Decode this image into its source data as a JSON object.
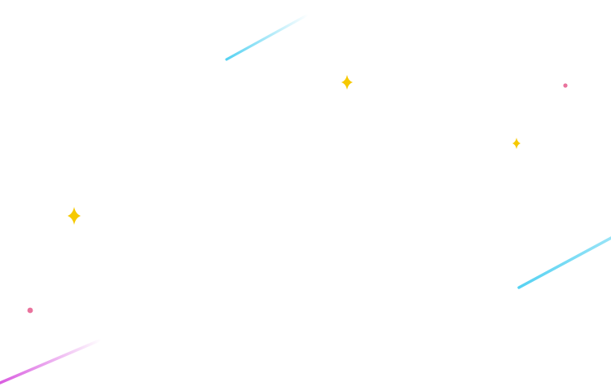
{
  "colors": {
    "background": "#ffffff",
    "streak_blue": "#56d2f2",
    "streak_purple": "#d95ce0",
    "sparkle_yellow": "#f6c900",
    "dot_pink": "#e9739d"
  },
  "decorations": {
    "shooting_stars": [
      {
        "name": "shooting-star-top",
        "color_key": "streak_blue"
      },
      {
        "name": "shooting-star-right",
        "color_key": "streak_blue"
      },
      {
        "name": "shooting-star-bottom-left",
        "color_key": "streak_purple"
      }
    ],
    "sparkles": [
      {
        "name": "sparkle-top-center",
        "color_key": "sparkle_yellow"
      },
      {
        "name": "sparkle-right",
        "color_key": "sparkle_yellow"
      },
      {
        "name": "sparkle-left",
        "color_key": "sparkle_yellow"
      }
    ],
    "dots": [
      {
        "name": "dot-top-right",
        "color_key": "dot_pink"
      },
      {
        "name": "dot-left",
        "color_key": "dot_pink"
      }
    ]
  }
}
